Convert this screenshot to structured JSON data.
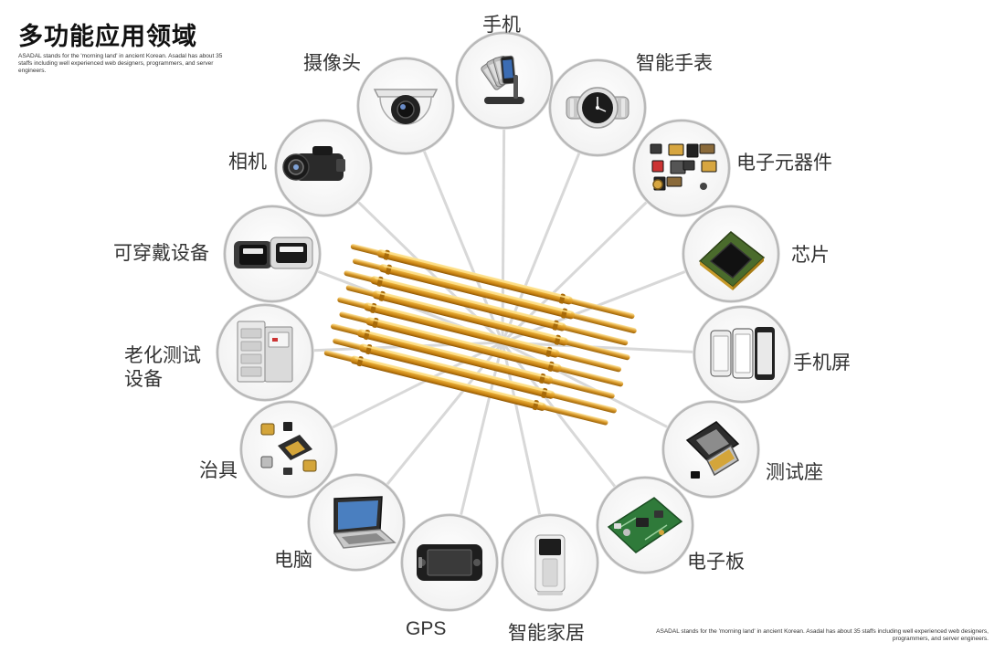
{
  "header": {
    "title": "多功能应用领域",
    "description": "ASADAL stands for the 'morning land' in ancient Korean. Asadal has about 35 staffs including well experienced web designers, programmers, and server engineers."
  },
  "footer": {
    "description": "ASADAL stands for the 'morning land' in ancient Korean. Asadal has about 35 staffs including well experienced web designers, programmers, and server engineers."
  },
  "nodes": [
    {
      "key": "phone",
      "label": "手机",
      "icon": "phone-stand-icon"
    },
    {
      "key": "smartwatch",
      "label": "智能手表",
      "icon": "wristwatch-icon"
    },
    {
      "key": "components",
      "label": "电子元器件",
      "icon": "electronic-components-icon"
    },
    {
      "key": "chip",
      "label": "芯片",
      "icon": "chip-icon"
    },
    {
      "key": "phone-screen",
      "label": "手机屏",
      "icon": "phone-screens-icon"
    },
    {
      "key": "test-socket",
      "label": "测试座",
      "icon": "test-socket-icon"
    },
    {
      "key": "circuit-board",
      "label": "电子板",
      "icon": "circuit-board-icon"
    },
    {
      "key": "smart-home",
      "label": "智能家居",
      "icon": "smart-home-device-icon"
    },
    {
      "key": "gps",
      "label": "GPS",
      "icon": "gps-device-icon"
    },
    {
      "key": "laptop",
      "label": "电脑",
      "icon": "laptop-icon"
    },
    {
      "key": "fixture",
      "label": "治具",
      "icon": "fixture-parts-icon"
    },
    {
      "key": "aging-equipment",
      "label": "老化测试设备",
      "icon": "aging-cabinet-icon"
    },
    {
      "key": "wearable",
      "label": "可穿戴设备",
      "icon": "smartwatch-band-icon"
    },
    {
      "key": "camera",
      "label": "相机",
      "icon": "camcorder-icon"
    },
    {
      "key": "security-camera",
      "label": "摄像头",
      "icon": "dome-camera-icon"
    }
  ],
  "colors": {
    "pin_gold": "#e0a020",
    "pin_highlight": "#ffe08a",
    "pin_shadow": "#a86a08",
    "connector_line": "#d8d8d8",
    "circle_border": "#b9b9b9"
  }
}
